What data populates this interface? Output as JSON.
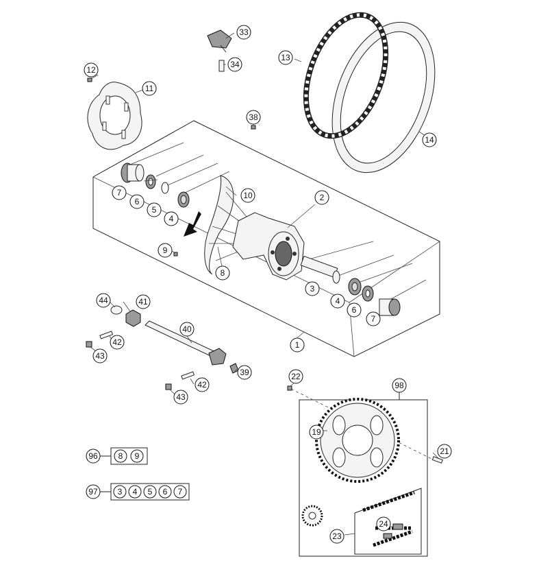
{
  "labels": {
    "p1": "1",
    "p2": "2",
    "p3": "3",
    "p4a": "4",
    "p4b": "4",
    "p5": "5",
    "p6a": "6",
    "p6b": "6",
    "p7a": "7",
    "p7b": "7",
    "p8": "8",
    "p9": "9",
    "p10": "10",
    "p11": "11",
    "p12": "12",
    "p13": "13",
    "p14": "14",
    "p19": "19",
    "p21": "21",
    "p22": "22",
    "p23": "23",
    "p24": "24",
    "p33": "33",
    "p34": "34",
    "p38": "38",
    "p39": "39",
    "p40": "40",
    "p41": "41",
    "p42a": "42",
    "p42b": "42",
    "p43a": "43",
    "p43b": "43",
    "p44": "44",
    "p98": "98"
  },
  "kits": {
    "k96": {
      "label": "96",
      "items": [
        "8",
        "9"
      ]
    },
    "k97": {
      "label": "97",
      "items": [
        "3",
        "4",
        "5",
        "6",
        "7"
      ]
    }
  }
}
